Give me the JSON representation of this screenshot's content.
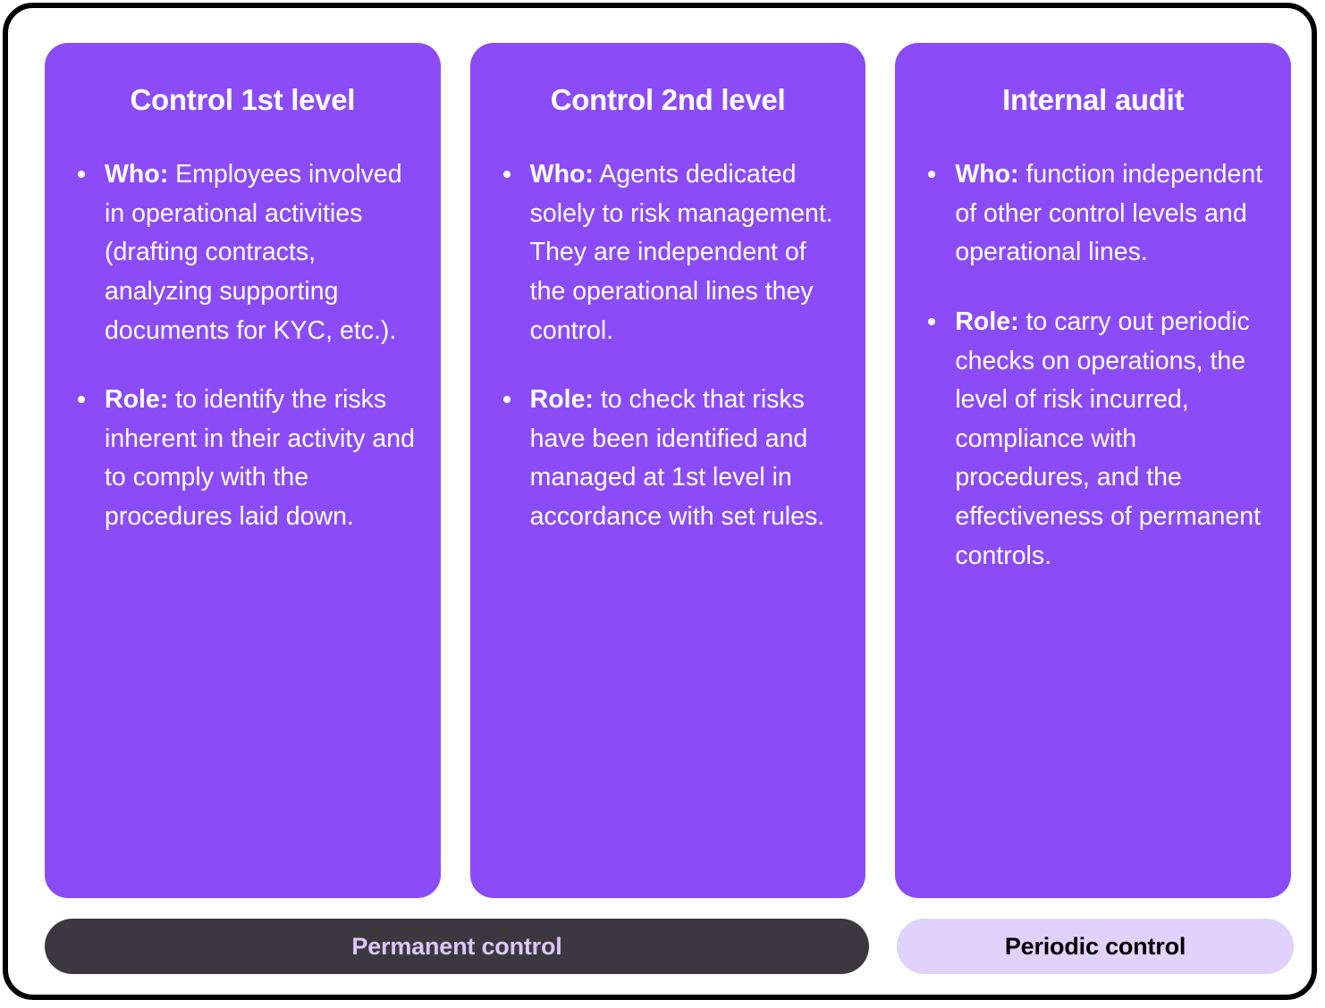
{
  "diagram": {
    "title_semantic": "three-lines-of-defence-control-levels",
    "colors": {
      "card_purple": "#8b4cf7",
      "frame_border": "#000000",
      "page_background": "#ffffff",
      "permanent_pill_bg": "#3b393f",
      "permanent_pill_text": "#d9c8fb",
      "periodic_pill_bg": "#e0d2fb",
      "periodic_pill_text": "#000000",
      "card_text": "#ffffff"
    },
    "columns": [
      {
        "title": "Control 1st level",
        "bullets": [
          {
            "lead": "Who:",
            "text": " Employees involved in operational activities (drafting contracts, analyzing supporting documents for KYC, etc.)."
          },
          {
            "lead": "Role:",
            "text": " to identify the risks inherent in their activity and to comply with the procedures laid down."
          }
        ]
      },
      {
        "title": "Control 2nd level",
        "bullets": [
          {
            "lead": "Who:",
            "text": " Agents dedicated solely to risk management. They are independent of the operational lines they control."
          },
          {
            "lead": "Role:",
            "text": " to check that risks have been identified and managed at 1st level in accordance with set rules."
          }
        ]
      },
      {
        "title": "Internal audit",
        "bullets": [
          {
            "lead": "Who:",
            "text": " function independent of other control levels and operational lines."
          },
          {
            "lead": "Role:",
            "text": " to carry out periodic checks on operations, the level of risk incurred, compliance with procedures, and the effectiveness of permanent controls."
          }
        ]
      }
    ],
    "footer": {
      "permanent_label": "Permanent control",
      "periodic_label": "Periodic control"
    }
  }
}
